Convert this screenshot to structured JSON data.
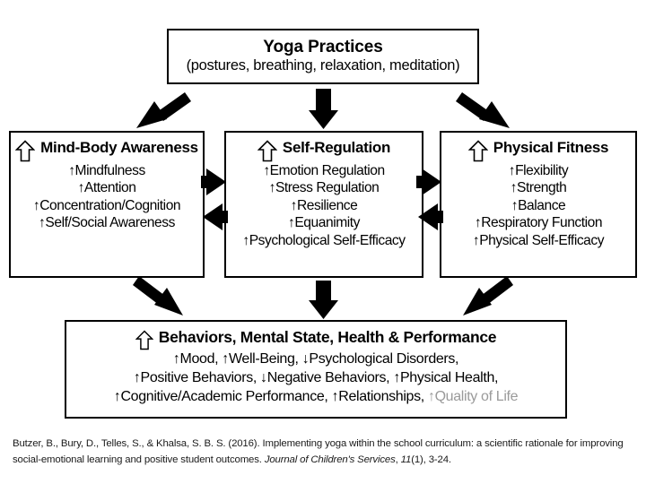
{
  "diagram": {
    "title": "Yoga Practices model",
    "top": {
      "title": "Yoga Practices",
      "subtitle": "(postures, breathing, relaxation, meditation)"
    },
    "columns": [
      {
        "id": "mind-body-awareness",
        "heading": "Mind-Body Awareness",
        "arrow_icon": "hollow-up-arrow-icon",
        "items": [
          "↑Mindfulness",
          "↑Attention",
          "↑Concentration/Cognition",
          "↑Self/Social Awareness"
        ]
      },
      {
        "id": "self-regulation",
        "heading": "Self-Regulation",
        "arrow_icon": "hollow-up-arrow-icon",
        "items": [
          "↑Emotion Regulation",
          "↑Stress Regulation",
          "↑Resilience",
          "↑Equanimity",
          "↑Psychological Self-Efficacy"
        ]
      },
      {
        "id": "physical-fitness",
        "heading": "Physical Fitness",
        "arrow_icon": "hollow-up-arrow-icon",
        "items": [
          "↑Flexibility",
          "↑Strength",
          "↑Balance",
          "↑Respiratory Function",
          "↑Physical Self-Efficacy"
        ]
      }
    ],
    "bottom": {
      "id": "outcomes",
      "heading": "Behaviors, Mental State, Health & Performance",
      "arrow_icon": "hollow-up-arrow-icon",
      "lines": [
        "↑Mood, ↑Well-Being, ↓Psychological Disorders,",
        "↑Positive Behaviors, ↓Negative Behaviors, ↑Physical Health,"
      ],
      "last_line_main": "↑Cognitive/Academic Performance, ↑Relationships,",
      "last_line_faded": " ↑Quality of Life"
    },
    "connectors": [
      {
        "name": "yoga-to-mind-body",
        "direction": "down-left"
      },
      {
        "name": "yoga-to-self-regulation",
        "direction": "down"
      },
      {
        "name": "yoga-to-physical-fitness",
        "direction": "down-right"
      },
      {
        "name": "mind-body-to-self-regulation",
        "direction": "right"
      },
      {
        "name": "self-regulation-to-mind-body",
        "direction": "left"
      },
      {
        "name": "self-regulation-to-physical-fitness",
        "direction": "right"
      },
      {
        "name": "physical-fitness-to-self-regulation",
        "direction": "left"
      },
      {
        "name": "mind-body-to-outcomes",
        "direction": "down-right"
      },
      {
        "name": "self-regulation-to-outcomes",
        "direction": "down"
      },
      {
        "name": "physical-fitness-to-outcomes",
        "direction": "down-left"
      }
    ]
  },
  "citation": {
    "part1": "Butzer, B., Bury, D., Telles, S., & Khalsa, S. B. S. (2016). Implementing yoga within the school curriculum: a scientific rationale for improving social-emotional learning and positive student outcomes. ",
    "journal": "Journal of Children's Services",
    "part2": ", ",
    "volume": "11",
    "part3": "(1), 3-24."
  },
  "colors": {
    "border": "#000000",
    "background": "#ffffff",
    "text": "#000000",
    "faded_text": "#9a9a9a"
  }
}
